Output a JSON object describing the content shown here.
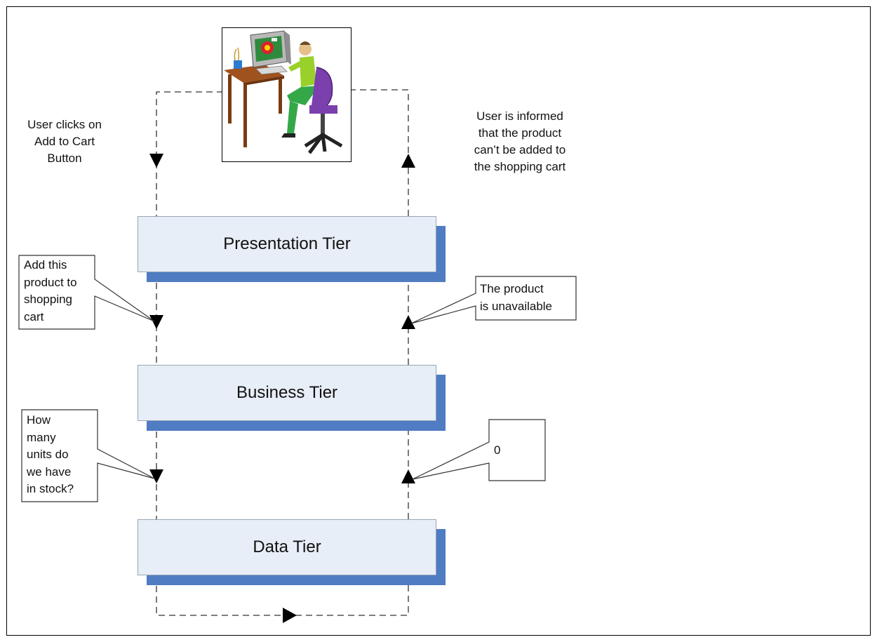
{
  "tiers": {
    "presentation": "Presentation Tier",
    "business": "Business Tier",
    "data": "Data Tier"
  },
  "notes": {
    "user_clicks": [
      "User clicks on",
      "Add to Cart",
      "Button"
    ],
    "user_informed": [
      "User is informed",
      "that the product",
      "can’t be added to",
      "the shopping cart"
    ]
  },
  "callouts": {
    "add_product": [
      "Add this",
      "product to",
      "shopping",
      "cart"
    ],
    "unavailable": [
      "The product",
      "is unavailable"
    ],
    "how_many": [
      "How",
      "many",
      "units do",
      "we have",
      "in stock?"
    ],
    "zero": "0"
  },
  "picture": {
    "icon": "user-at-computer-clipart"
  }
}
